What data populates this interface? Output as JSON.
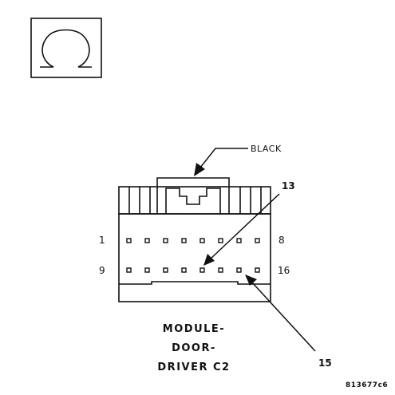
{
  "symbol_icon": "ohm-symbol-icon",
  "callouts": {
    "color_label": "BLACK",
    "pin_13": "13",
    "pin_15": "15"
  },
  "pin_labels": {
    "top_left": "1",
    "top_right": "8",
    "bottom_left": "9",
    "bottom_right": "16"
  },
  "connector_title": {
    "line1": "MODULE-",
    "line2": "DOOR-",
    "line3": "DRIVER C2"
  },
  "figure_ref": "813677c6",
  "colors": {
    "ink": "#111111",
    "background": "#ffffff"
  }
}
